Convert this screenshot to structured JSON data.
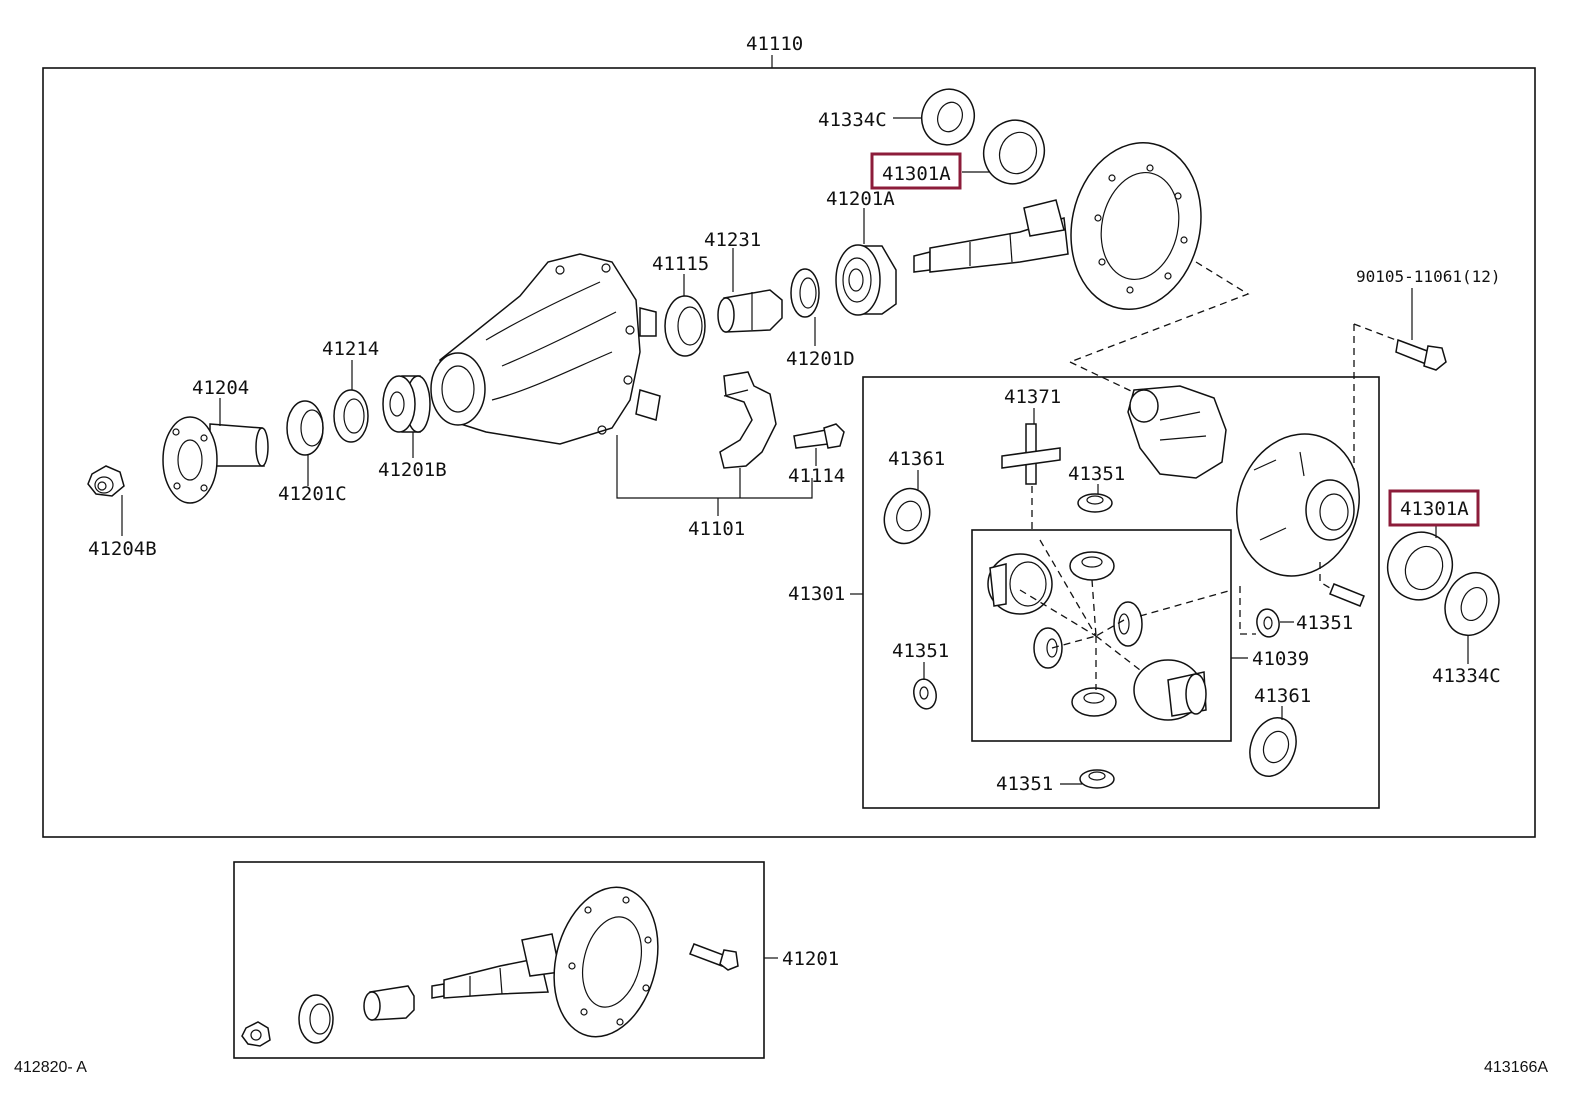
{
  "colors": {
    "highlight": "#8c1c3a",
    "ink": "#111111",
    "background": "#ffffff"
  },
  "labels": {
    "p41110": "41110",
    "p41334c_top": "41334C",
    "p41301a_top": "41301A",
    "p41201a": "41201A",
    "p41231": "41231",
    "p41115": "41115",
    "p41201d": "41201D",
    "p41214": "41214",
    "p41204": "41204",
    "p41201b": "41201B",
    "p41201c": "41201C",
    "p41204b": "41204B",
    "p41114": "41114",
    "p41101": "41101",
    "p90105": "90105-11061(12)",
    "p41371": "41371",
    "p41361_left": "41361",
    "p41351_top": "41351",
    "p41301a_right": "41301A",
    "p41301": "41301",
    "p41351_right": "41351",
    "p41039": "41039",
    "p41351_left": "41351",
    "p41361_right": "41361",
    "p41334c_right": "41334C",
    "p41351_bottom": "41351",
    "p41201": "41201"
  },
  "corners": {
    "left_code": "412820- A",
    "right_code": "413166A"
  }
}
